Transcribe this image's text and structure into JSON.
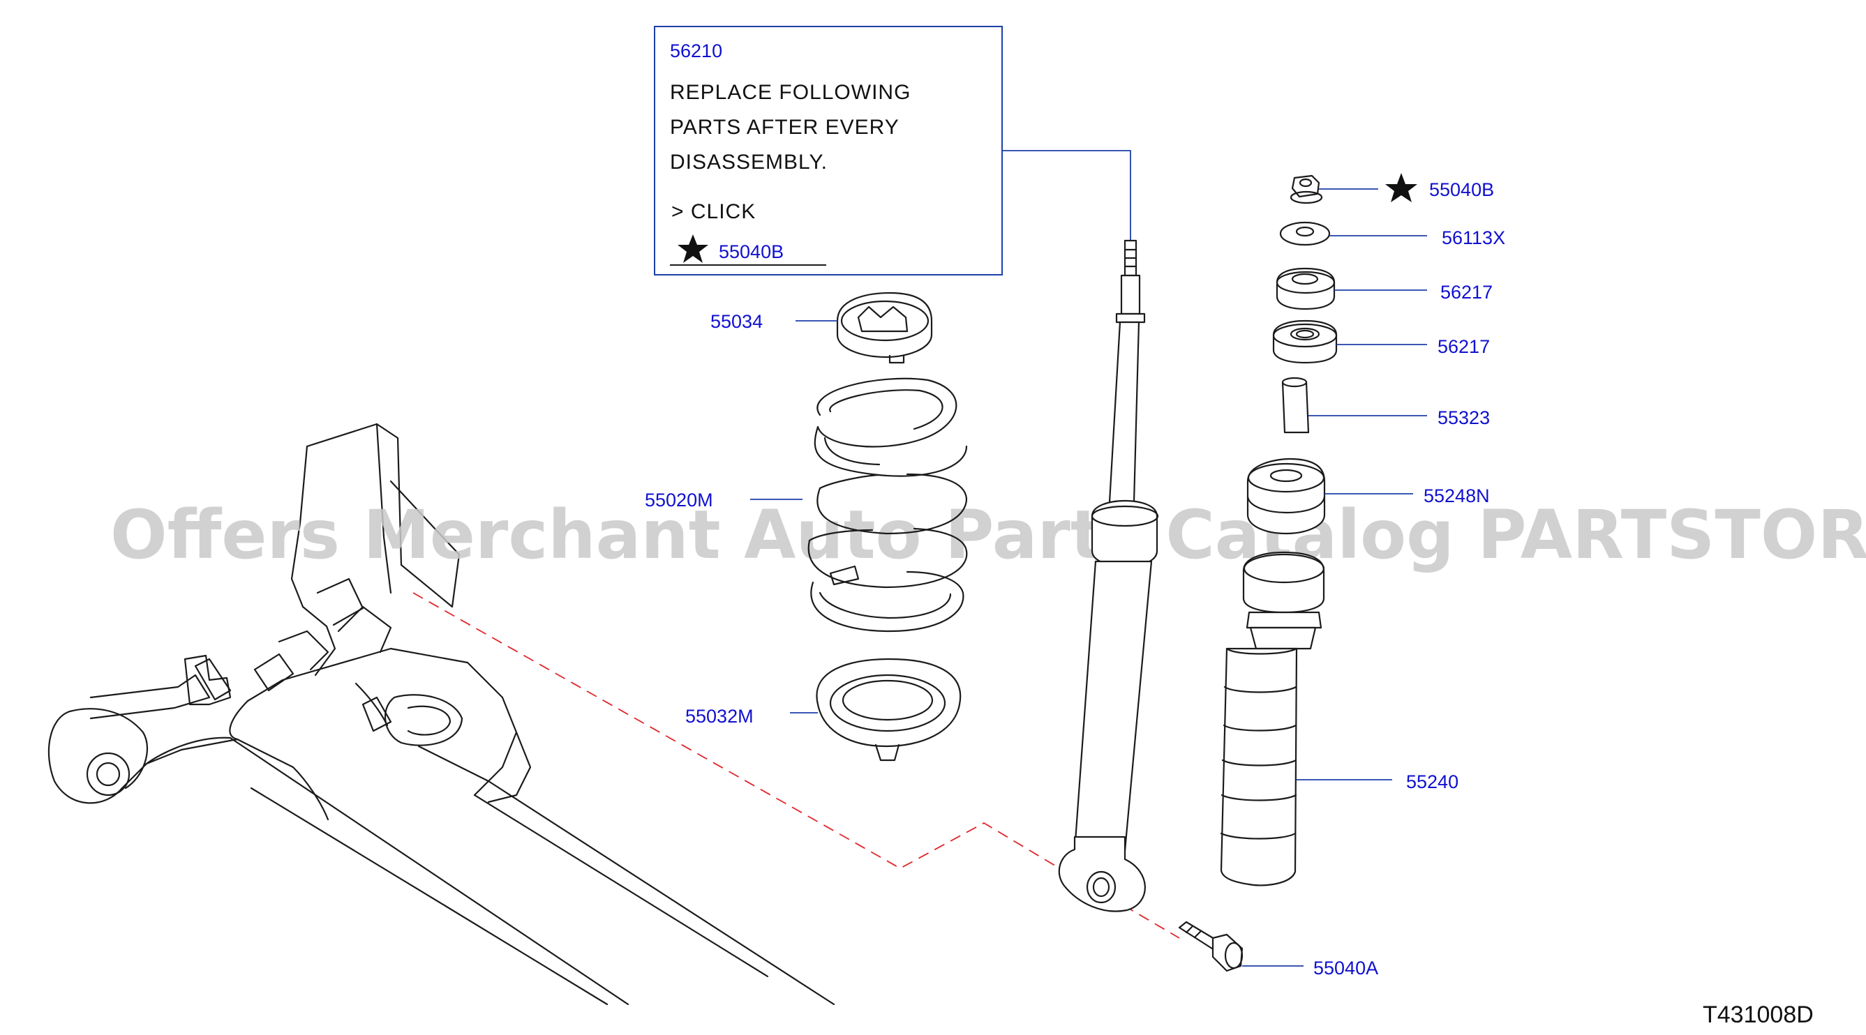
{
  "watermark": "Offers Merchant Auto Parts Catalog PARTSTORE.SA",
  "diagram_code": "T431008D",
  "note_box": {
    "part_number": "56210",
    "line1": "REPLACE   FOLLOWING",
    "line2": "PARTS   AFTER   EVERY",
    "line3": "DISASSEMBLY.",
    "click_line": ">  CLICK",
    "starred_part": "55040B"
  },
  "callouts": {
    "c55034": "55034",
    "c55020M": "55020M",
    "c55032M": "55032M",
    "c55040B": "55040B",
    "c56113X": "56113X",
    "c56217a": "56217",
    "c56217b": "56217",
    "c55323": "55323",
    "c55248N": "55248N",
    "c55240": "55240",
    "c55040A": "55040A"
  },
  "colors": {
    "callout": "#1010d0",
    "leader": "#1e3fa8",
    "dashed_path": "#e0262b",
    "linework": "#1b1b1b",
    "watermark": "#c9c9c9"
  }
}
